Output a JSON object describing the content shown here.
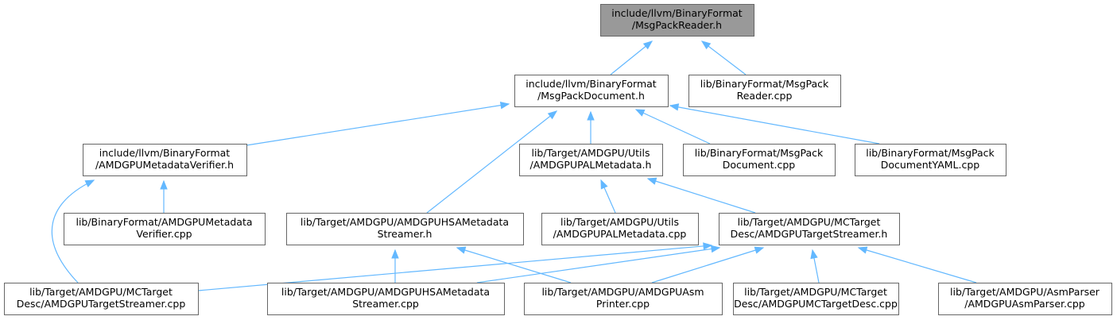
{
  "diagram": {
    "type": "include-dependency-graph",
    "colors": {
      "root_fill": "#999999",
      "node_border": "#666666",
      "edge": "#63b8ff",
      "background": "#ffffff"
    },
    "nodes": [
      {
        "id": "n0",
        "lines": [
          "include/llvm/BinaryFormat",
          "/MsgPackReader.h"
        ],
        "root": true
      },
      {
        "id": "n1",
        "lines": [
          "include/llvm/BinaryFormat",
          "/MsgPackDocument.h"
        ]
      },
      {
        "id": "n2",
        "lines": [
          "lib/BinaryFormat/MsgPack",
          "Reader.cpp"
        ]
      },
      {
        "id": "n3",
        "lines": [
          "include/llvm/BinaryFormat",
          "/AMDGPUMetadataVerifier.h"
        ]
      },
      {
        "id": "n4",
        "lines": [
          "lib/Target/AMDGPU/Utils",
          "/AMDGPUPALMetadata.h"
        ]
      },
      {
        "id": "n5",
        "lines": [
          "lib/BinaryFormat/MsgPack",
          "Document.cpp"
        ]
      },
      {
        "id": "n6",
        "lines": [
          "lib/BinaryFormat/MsgPack",
          "DocumentYAML.cpp"
        ]
      },
      {
        "id": "n7",
        "lines": [
          "lib/BinaryFormat/AMDGPUMetadata",
          "Verifier.cpp"
        ]
      },
      {
        "id": "n8",
        "lines": [
          "lib/Target/AMDGPU/AMDGPUHSAMetadata",
          "Streamer.h"
        ]
      },
      {
        "id": "n9",
        "lines": [
          "lib/Target/AMDGPU/Utils",
          "/AMDGPUPALMetadata.cpp"
        ]
      },
      {
        "id": "n10",
        "lines": [
          "lib/Target/AMDGPU/MCTarget",
          "Desc/AMDGPUTargetStreamer.h"
        ]
      },
      {
        "id": "n11",
        "lines": [
          "lib/Target/AMDGPU/MCTarget",
          "Desc/AMDGPUTargetStreamer.cpp"
        ]
      },
      {
        "id": "n12",
        "lines": [
          "lib/Target/AMDGPU/AMDGPUHSAMetadata",
          "Streamer.cpp"
        ]
      },
      {
        "id": "n13",
        "lines": [
          "lib/Target/AMDGPU/AMDGPUAsm",
          "Printer.cpp"
        ]
      },
      {
        "id": "n14",
        "lines": [
          "lib/Target/AMDGPU/MCTarget",
          "Desc/AMDGPUMCTargetDesc.cpp"
        ]
      },
      {
        "id": "n15",
        "lines": [
          "lib/Target/AMDGPU/AsmParser",
          "/AMDGPUAsmParser.cpp"
        ]
      }
    ],
    "edges": [
      {
        "from": "n1",
        "to": "n0"
      },
      {
        "from": "n2",
        "to": "n0"
      },
      {
        "from": "n3",
        "to": "n1"
      },
      {
        "from": "n8",
        "to": "n1"
      },
      {
        "from": "n4",
        "to": "n1"
      },
      {
        "from": "n5",
        "to": "n1"
      },
      {
        "from": "n6",
        "to": "n1"
      },
      {
        "from": "n7",
        "to": "n3"
      },
      {
        "from": "n11",
        "to": "n3"
      },
      {
        "from": "n9",
        "to": "n4"
      },
      {
        "from": "n10",
        "to": "n4"
      },
      {
        "from": "n12",
        "to": "n8"
      },
      {
        "from": "n13",
        "to": "n8"
      },
      {
        "from": "n11",
        "to": "n10"
      },
      {
        "from": "n12",
        "to": "n10"
      },
      {
        "from": "n13",
        "to": "n10"
      },
      {
        "from": "n14",
        "to": "n10"
      },
      {
        "from": "n15",
        "to": "n10"
      }
    ]
  }
}
